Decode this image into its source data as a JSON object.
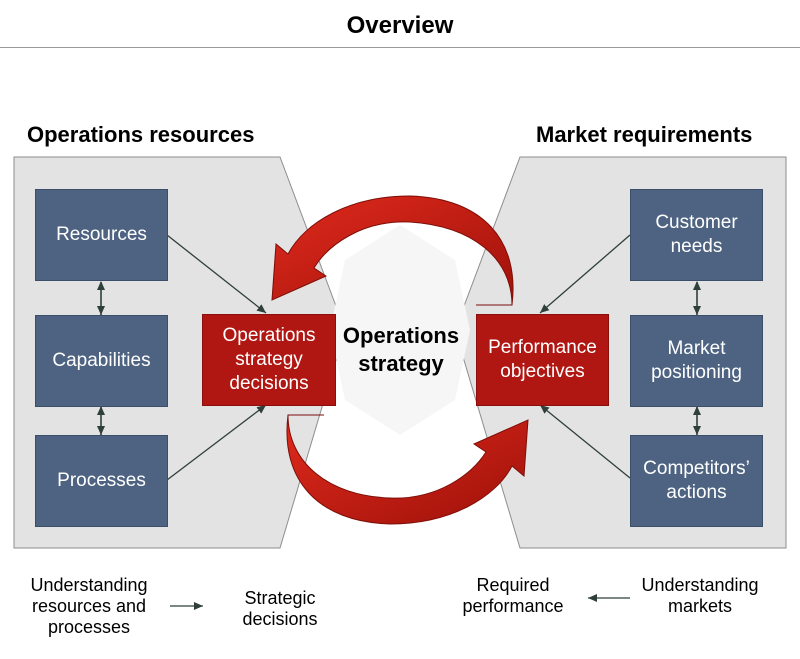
{
  "title": "Overview",
  "left_panel": {
    "heading": "Operations resources",
    "boxes": [
      "Resources",
      "Capabilities",
      "Processes"
    ],
    "decision_box": [
      "Operations",
      "strategy",
      "decisions"
    ]
  },
  "right_panel": {
    "heading": "Market requirements",
    "boxes": [
      [
        "Customer",
        "needs"
      ],
      [
        "Market",
        "positioning"
      ],
      [
        "Competitors’",
        "actions"
      ]
    ],
    "objectives_box": [
      "Performance",
      "objectives"
    ]
  },
  "center": [
    "Operations",
    "strategy"
  ],
  "footer": {
    "left_from": [
      "Understanding",
      "resources and",
      "processes"
    ],
    "left_to": [
      "Strategic",
      "decisions"
    ],
    "right_to": [
      "Required",
      "performance"
    ],
    "right_from": [
      "Understanding",
      "markets"
    ]
  },
  "colors": {
    "box_blue": "#4d6381",
    "box_red": "#b11712",
    "panel_grey": "#e3e3e3",
    "arrow_red": "#c0180f"
  }
}
